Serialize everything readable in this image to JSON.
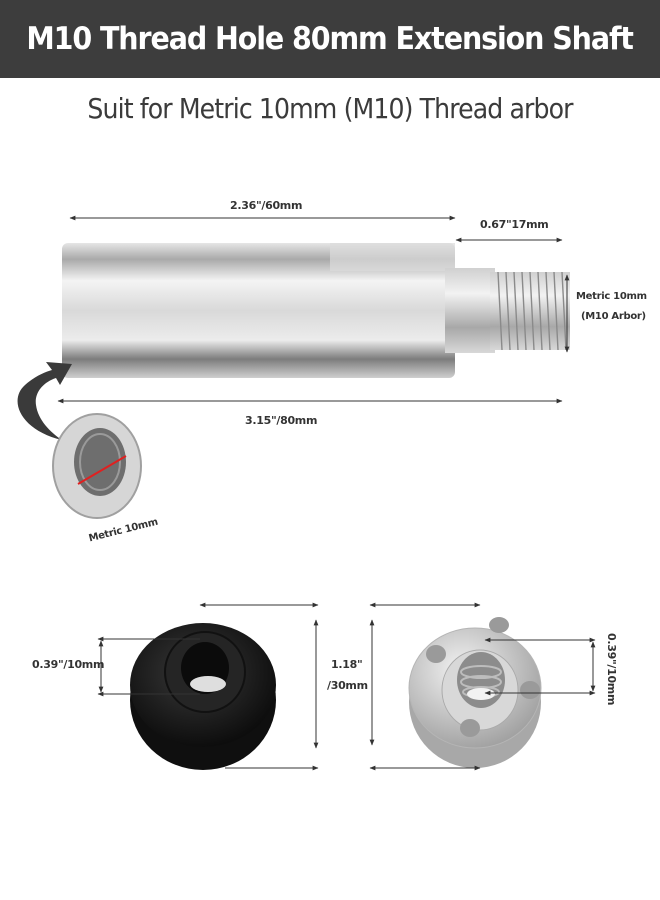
{
  "header": {
    "title": "M10 Thread Hole 80mm Extension Shaft",
    "background_color": "#3d3d3d",
    "text_color": "#ffffff"
  },
  "subtitle": "Suit for Metric 10mm (M10) Thread arbor",
  "shaft": {
    "body_length_label": "2.36\"/60mm",
    "thread_length_label": "0.67\"17mm",
    "thread_size_label_line1": "Metric 10mm",
    "thread_size_label_line2": "(M10 Arbor)",
    "total_length_label": "3.15\"/80mm",
    "end_hole_label": "Metric 10mm"
  },
  "inner_flange": {
    "hole_label": "0.39\"/10mm",
    "diameter_label_line1": "1.18\"",
    "diameter_label_line2": "/30mm",
    "color": "#1a1a1a"
  },
  "lock_nut": {
    "hole_label": "0.39\"/10mm",
    "color": "#c8c8c8"
  }
}
